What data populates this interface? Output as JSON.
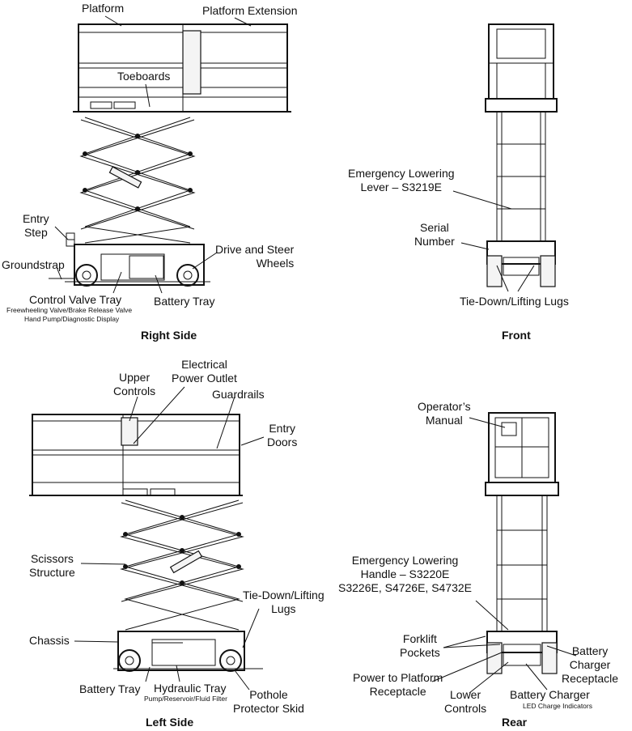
{
  "right_side": {
    "caption": "Right Side",
    "labels": {
      "platform": "Platform",
      "platform_extension": "Platform Extension",
      "toeboards": "Toeboards",
      "entry_step": [
        "Entry",
        "Step"
      ],
      "groundstrap": "Groundstrap",
      "drive_steer": [
        "Drive and Steer",
        "Wheels"
      ],
      "control_valve_tray": "Control Valve Tray",
      "control_valve_sub": [
        "Freewheeling Valve/Brake Release Valve",
        "Hand Pump/Diagnostic Display"
      ],
      "battery_tray": "Battery Tray"
    }
  },
  "front": {
    "caption": "Front",
    "labels": {
      "emergency_lowering": [
        "Emergency Lowering",
        "Lever – S3219E"
      ],
      "serial_number": [
        "Serial",
        "Number"
      ],
      "tie_down": "Tie-Down/Lifting Lugs"
    }
  },
  "left_side": {
    "caption": "Left Side",
    "labels": {
      "upper_controls": [
        "Upper",
        "Controls"
      ],
      "electrical_outlet": [
        "Electrical",
        "Power Outlet"
      ],
      "guardrails": "Guardrails",
      "entry_doors": [
        "Entry",
        "Doors"
      ],
      "scissors": [
        "Scissors",
        "Structure"
      ],
      "tie_down": [
        "Tie-Down/Lifting",
        "Lugs"
      ],
      "chassis": "Chassis",
      "battery_tray": "Battery Tray",
      "hydraulic_tray": "Hydraulic Tray",
      "hydraulic_sub": "Pump/Reservoir/Fluid Filter",
      "pothole": [
        "Pothole",
        "Protector Skid"
      ]
    }
  },
  "rear": {
    "caption": "Rear",
    "labels": {
      "operators_manual": [
        "Operator’s",
        "Manual"
      ],
      "emergency_handle": [
        "Emergency Lowering",
        "Handle – S3220E",
        "S3226E, S4726E, S4732E"
      ],
      "forklift_pockets": [
        "Forklift",
        "Pockets"
      ],
      "battery_receptacle": [
        "Battery",
        "Charger",
        "Receptacle"
      ],
      "power_platform": [
        "Power to Platform",
        "Receptacle"
      ],
      "lower_controls": [
        "Lower",
        "Controls"
      ],
      "battery_charger": "Battery Charger",
      "battery_charger_sub": "LED Charge Indicators"
    }
  }
}
